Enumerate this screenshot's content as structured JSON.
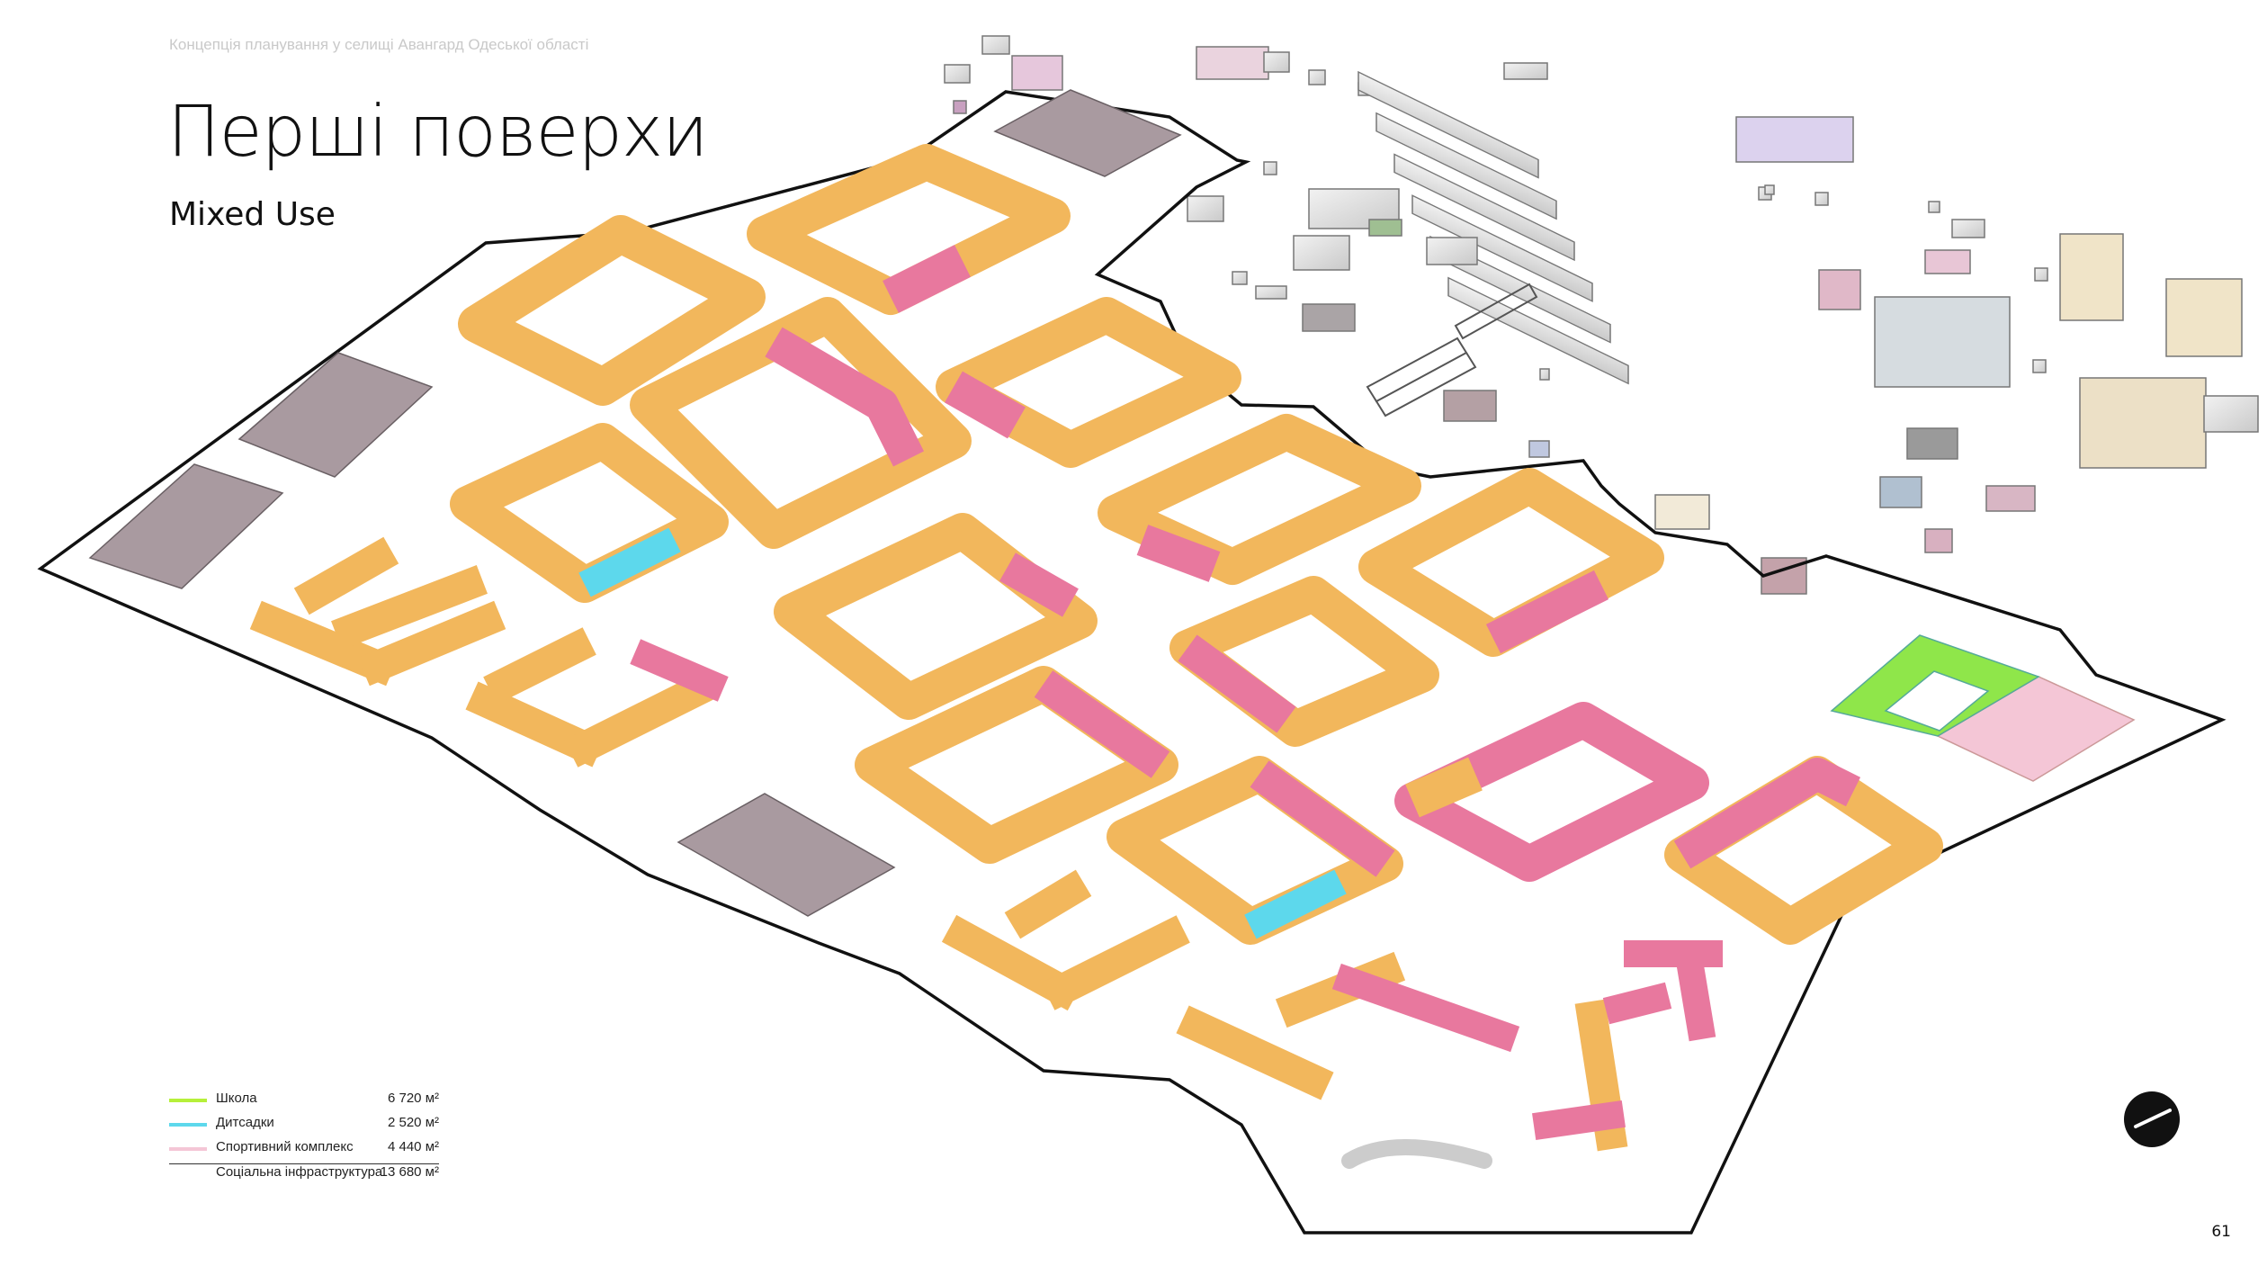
{
  "header": {
    "text": "Концепція планування у селищі Авангард Одеської області"
  },
  "title": "Перші поверхи",
  "subtitle": "Mixed Use",
  "page_number": "61",
  "colors": {
    "residential": "#f2b75c",
    "commercial": "#e8789e",
    "school": "#8fe64a",
    "kindergarten": "#5dd8ec",
    "sport": "#f4bfd0",
    "parking": "#a99aa0",
    "outline": "#111111"
  },
  "legend": {
    "items": [
      {
        "label": "Школа",
        "value": "6 720 м²",
        "color": "#b6f03a"
      },
      {
        "label": "Дитсадки",
        "value": "2 520 м²",
        "color": "#5dd8ec"
      },
      {
        "label": "Спортивний комплекс",
        "value": "4 440 м²",
        "color": "#f4c6d6"
      }
    ],
    "total": {
      "label": "Соціальна інфраструктура",
      "value": "13 680 м²"
    }
  },
  "logo": {
    "icon": "studio-logo-icon"
  }
}
